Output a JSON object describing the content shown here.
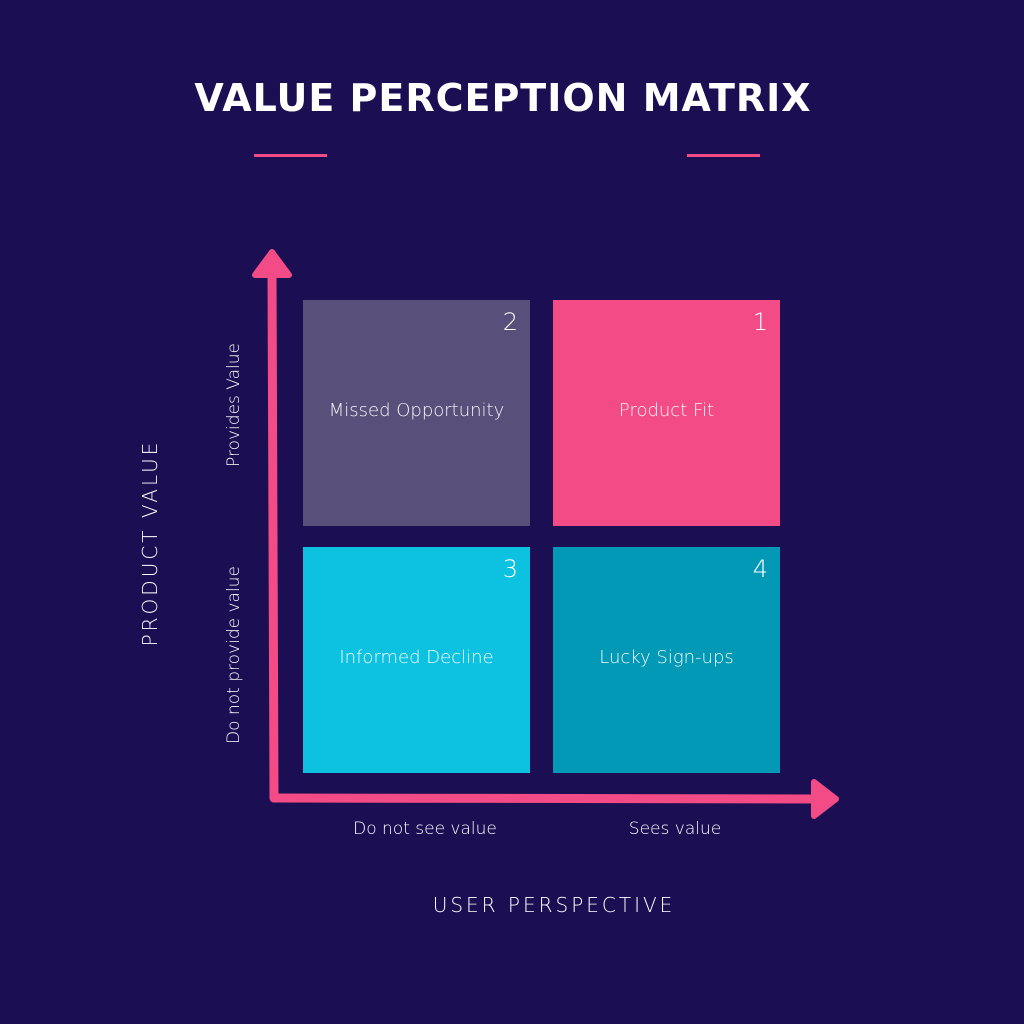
{
  "title": "VALUE PERCEPTION MATRIX",
  "colors": {
    "background": "#1b0e52",
    "accent": "#f24b86",
    "q1": "#f24b86",
    "q2": "#58507b",
    "q3": "#0dc1e0",
    "q4": "#0199b5"
  },
  "y_axis": {
    "title": "PRODUCT VALUE",
    "high": "Provides Value",
    "low": "Do not provide value"
  },
  "x_axis": {
    "title": "USER PERSPECTIVE",
    "low": "Do not see value",
    "high": "Sees value"
  },
  "quadrants": [
    {
      "number": "2",
      "label": "Missed Opportunity"
    },
    {
      "number": "1",
      "label": "Product Fit"
    },
    {
      "number": "3",
      "label": "Informed Decline"
    },
    {
      "number": "4",
      "label": "Lucky Sign-ups"
    }
  ]
}
